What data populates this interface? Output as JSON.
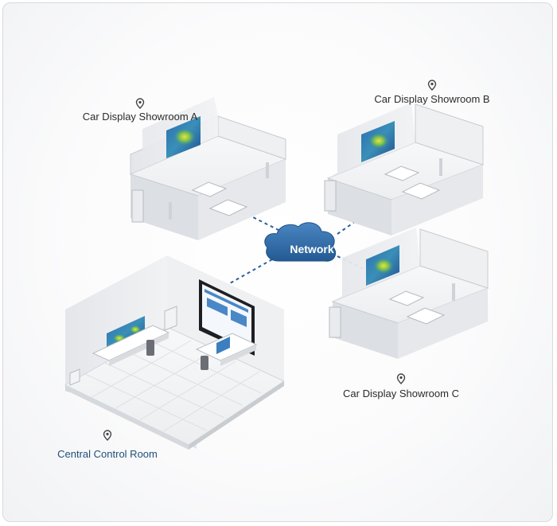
{
  "nodes": {
    "showroom_a": {
      "label": "Car Display Showroom A"
    },
    "showroom_b": {
      "label": "Car Display Showroom B"
    },
    "showroom_c": {
      "label": "Car Display Showroom C"
    },
    "control_room": {
      "label": "Central Control Room"
    }
  },
  "network": {
    "label": "Network"
  },
  "colors": {
    "link": "#2e5f98",
    "cloud": "#2f6aa7",
    "central_label": "#1f4f7a",
    "label": "#2b2b2b"
  },
  "icons": {
    "location": "location-pin-icon",
    "network": "cloud-icon"
  }
}
